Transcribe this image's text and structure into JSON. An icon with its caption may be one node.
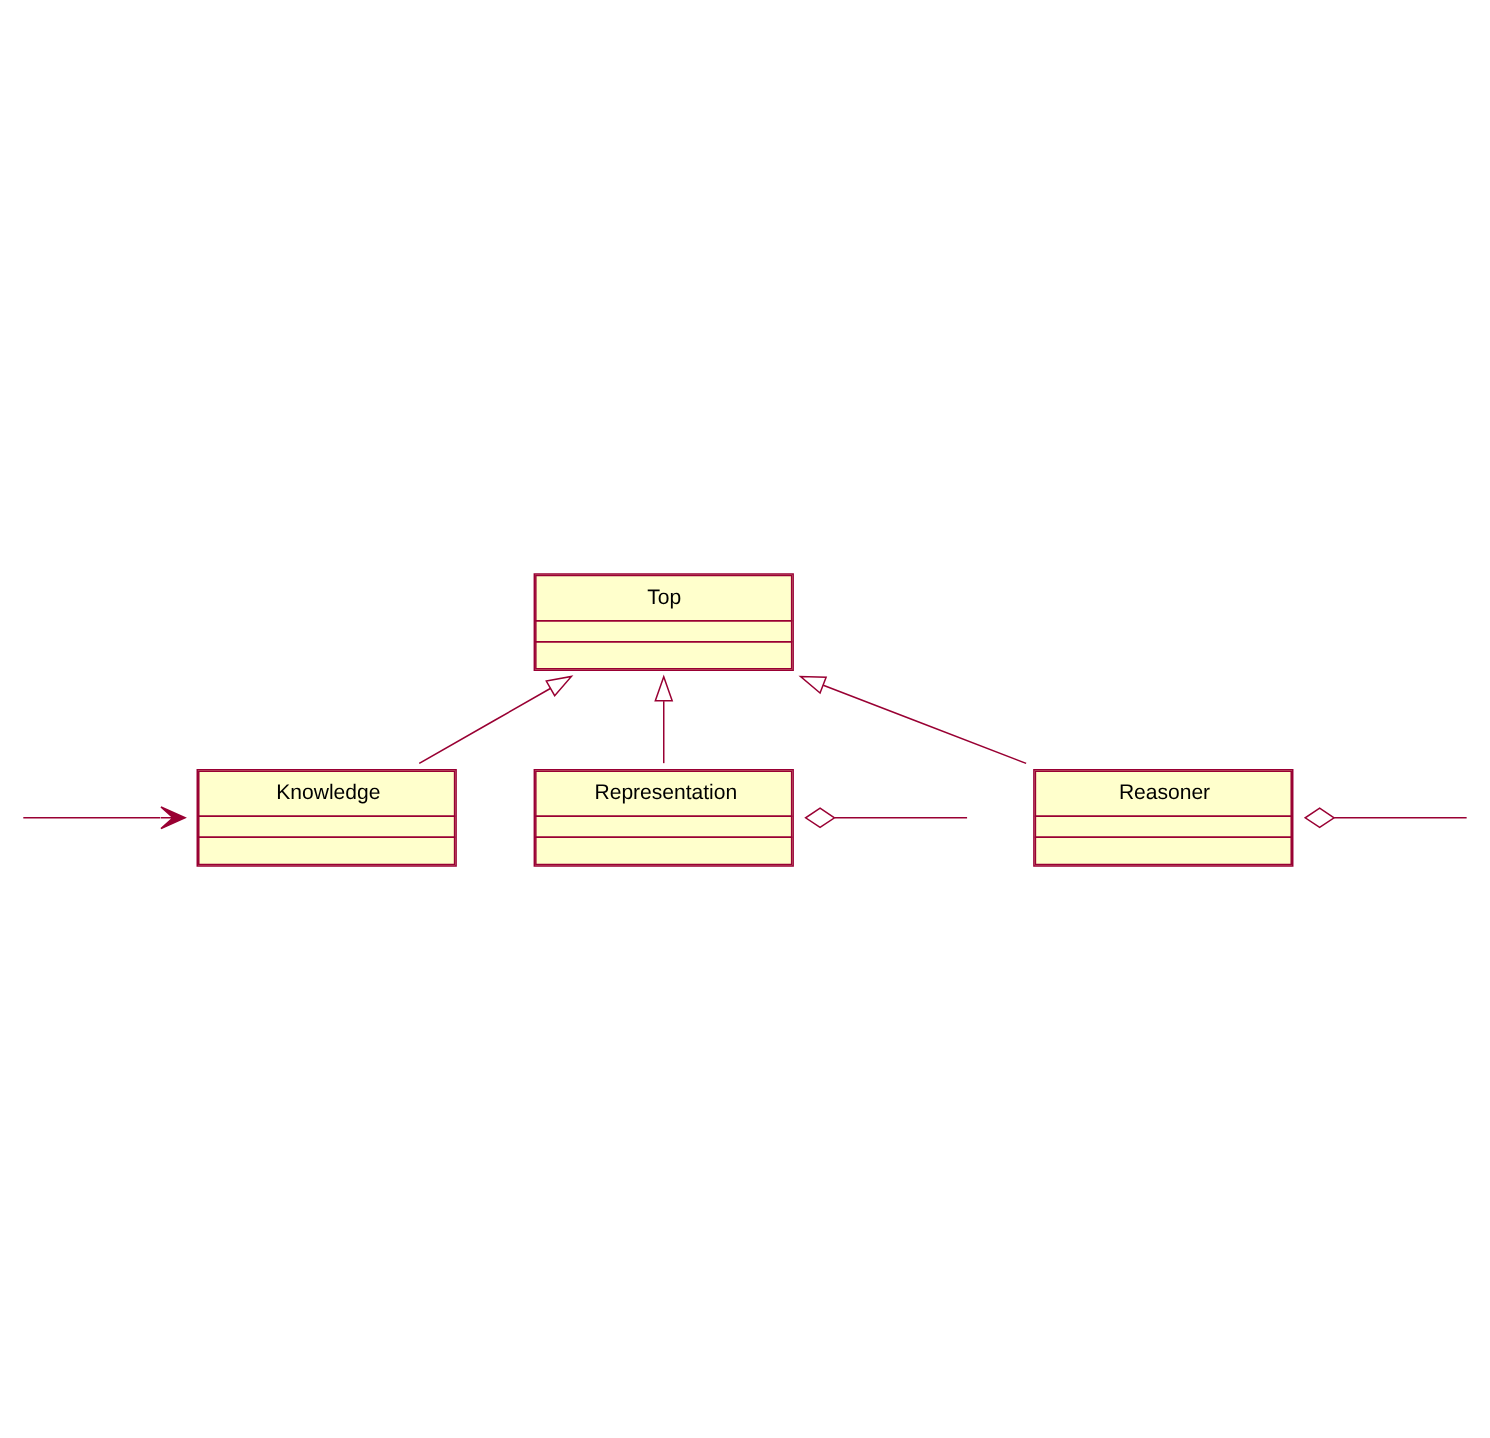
{
  "diagram": {
    "nodes": [
      {
        "text": [
          "Top"
        ]
      },
      {
        "text": [
          "Knowledge"
        ]
      },
      {
        "text": [
          "Representation"
        ]
      },
      {
        "text": [
          "Reasoner"
        ]
      }
    ],
    "edges": [
      {
        "from": 1,
        "to": 0,
        "arrow": "to"
      },
      {
        "from": 2,
        "to": 0,
        "arrow": "to"
      },
      {
        "from": 3,
        "to": 0,
        "arrow": "to"
      },
      {
        "from": null,
        "to": 1,
        "arrow": "to"
      },
      {
        "from": 2,
        "to": null,
        "arrow": "other"
      },
      {
        "from": 3,
        "to": null,
        "arrow": "other"
      }
    ]
  }
}
